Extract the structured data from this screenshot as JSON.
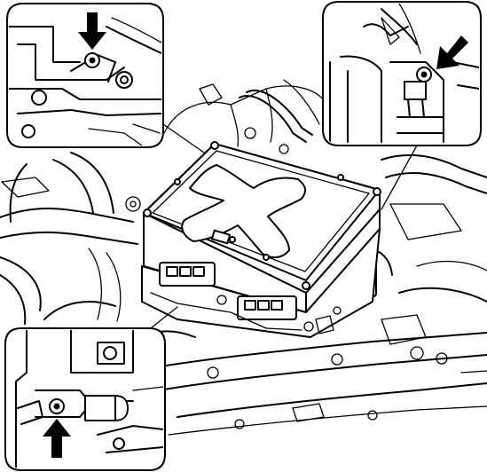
{
  "figure": {
    "subject": "inverter-assembly-with-three-bolt-detail-insets",
    "insets": [
      {
        "id": "top-left",
        "arrow": "down"
      },
      {
        "id": "top-right",
        "arrow": "down-left"
      },
      {
        "id": "bottom-left",
        "arrow": "up"
      }
    ],
    "colors": {
      "line": "#000000",
      "background": "#ffffff"
    }
  }
}
